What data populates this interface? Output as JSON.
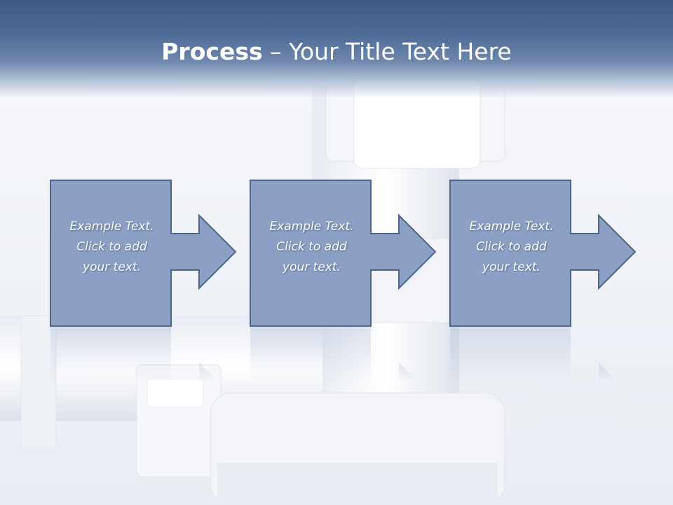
{
  "slide": {
    "title_bold": "Process",
    "title_rest": " – Your Title Text Here",
    "colors": {
      "header_dark": "#3f5a85",
      "box_fill": "#8ba0c4",
      "box_stroke": "#4e6389",
      "text": "#ffffff"
    }
  },
  "steps": [
    {
      "line1": "Example Text.",
      "line2": "Click  to add",
      "line3": "your text."
    },
    {
      "line1": "Example Text.",
      "line2": "Click  to add",
      "line3": "your text."
    },
    {
      "line1": "Example Text.",
      "line2": "Click  to add",
      "line3": "your text."
    }
  ]
}
